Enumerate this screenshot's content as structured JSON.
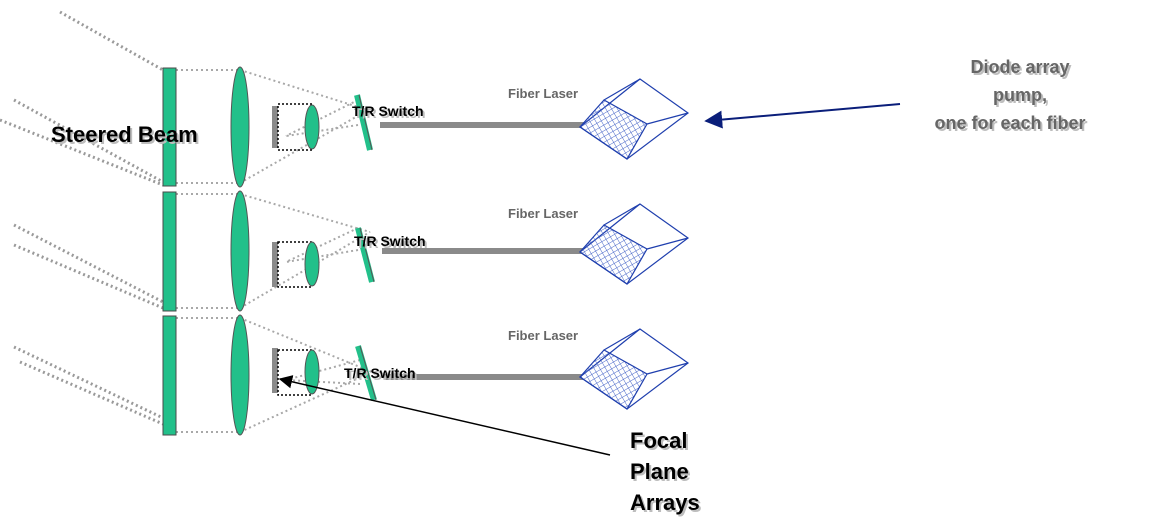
{
  "labels": {
    "steered_beam": "Steered Beam",
    "tr_switch": "T/R Switch",
    "fiber_laser": "Fiber Laser",
    "pump_line1": "Diode array",
    "pump_line2": "pump,",
    "pump_line3": "one for each fiber",
    "fpa_line1": "Focal",
    "fpa_line2": "Plane",
    "fpa_line3": "Arrays"
  },
  "channel_count": 3,
  "colors": {
    "aperture_green": "#22c08a",
    "fiber_gray": "#8a8a8a",
    "pump_blue": "#1f3fae",
    "pump_arrow": "#0a1e7a",
    "grid_blue": "#4866c8",
    "beam_gray": "#9a9a9a",
    "text_dark": "#000000",
    "text_gray": "#666666"
  }
}
